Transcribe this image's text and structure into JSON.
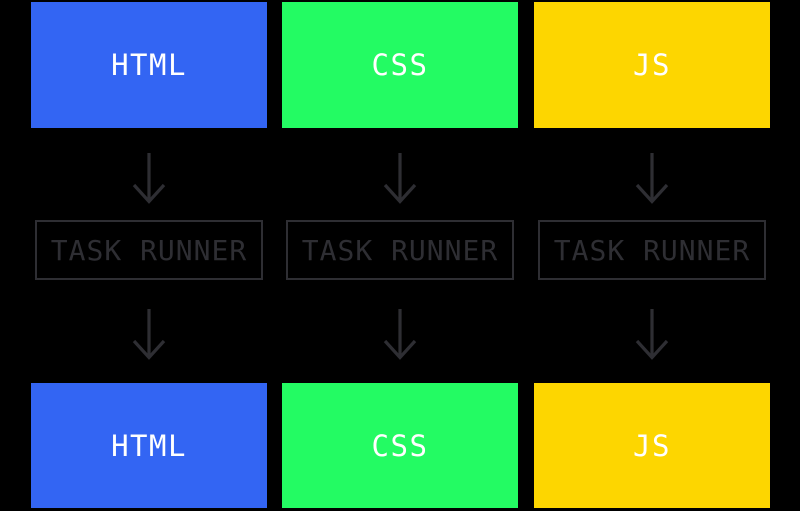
{
  "diagram": {
    "title": "task-runner-build-pipeline",
    "background_color": "#000000",
    "outline_color": "#2E2E33",
    "arrow_color": "#2E2E33",
    "label_text_color": "#FFFFFF",
    "task_runner_label": "TASK RUNNER",
    "columns": [
      {
        "id": "html",
        "source_label": "HTML",
        "output_label": "HTML",
        "color": "#3365F3"
      },
      {
        "id": "css",
        "source_label": "CSS",
        "output_label": "CSS",
        "color": "#23FB63"
      },
      {
        "id": "js",
        "source_label": "JS",
        "output_label": "JS",
        "color": "#FDD600"
      }
    ]
  }
}
